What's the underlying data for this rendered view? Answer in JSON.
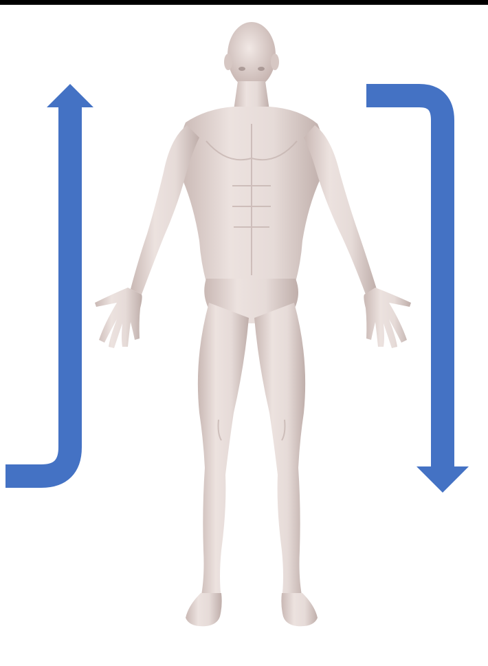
{
  "figure": {
    "subject": "human-body-front-view",
    "arrows": [
      {
        "side": "left",
        "direction": "up",
        "color": "#4472C4"
      },
      {
        "side": "right",
        "direction": "down",
        "color": "#4472C4"
      }
    ],
    "colors": {
      "background": "#FFFFFF",
      "top_border": "#000000",
      "arrow": "#4472C4",
      "skin_light": "#EDE3E0",
      "skin_mid": "#D9CAC6",
      "skin_shadow": "#B7A5A1"
    }
  }
}
